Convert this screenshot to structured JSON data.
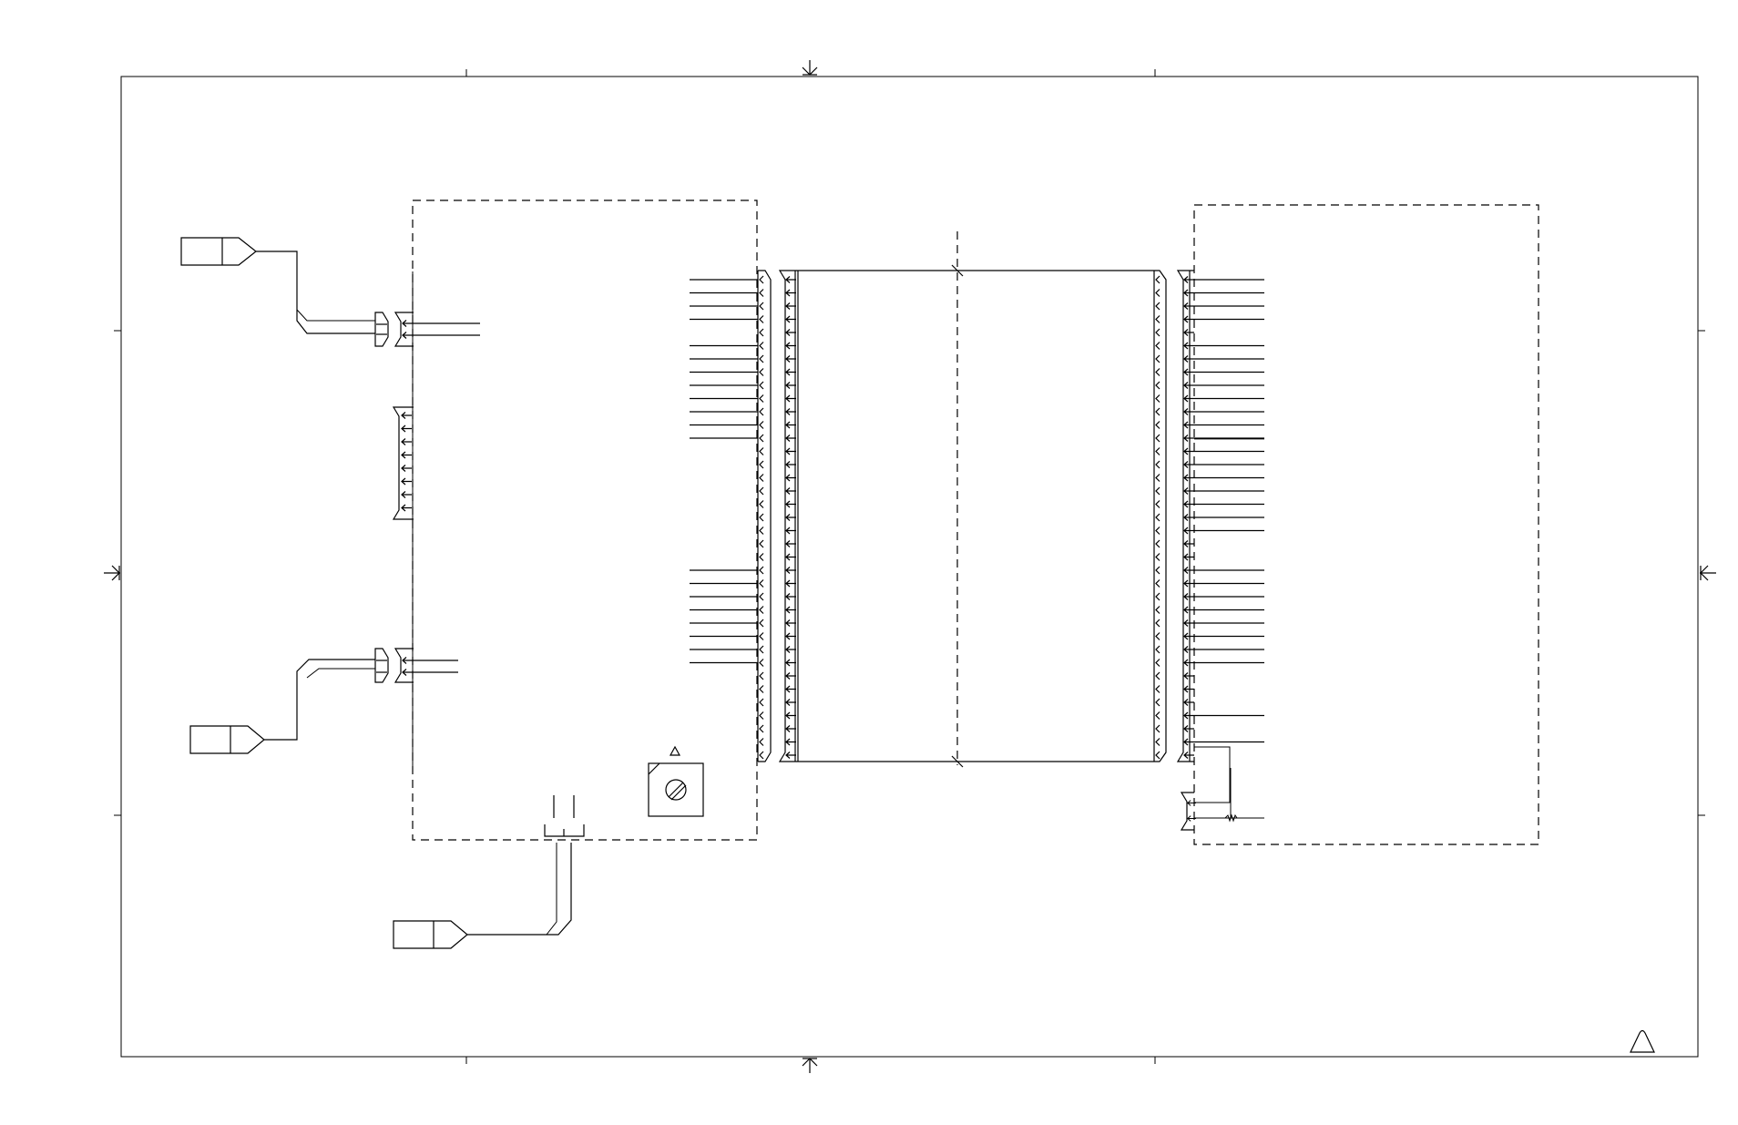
{
  "diagram": {
    "type": "wiring-schematic",
    "colors": {
      "line": "#000000",
      "background": "#ffffff"
    },
    "regions": [
      {
        "id": "left-unit",
        "outline": "dashed"
      },
      {
        "id": "right-unit",
        "outline": "dashed"
      },
      {
        "id": "ribbon-harness",
        "outline": "solid"
      }
    ],
    "connectors": {
      "left_bus": {
        "side": "left-unit",
        "pins_visible": 36
      },
      "harness_left": {
        "side": "ribbon-harness",
        "pins_visible": 36
      },
      "harness_right": {
        "side": "ribbon-harness",
        "pins_visible": 36
      },
      "right_bus": {
        "side": "right-unit",
        "pins_visible": 36
      },
      "left_upper": {
        "pins_visible": 2
      },
      "left_middle": {
        "pins_visible": 8
      },
      "left_lower": {
        "pins_visible": 2
      },
      "right_small": {
        "pins_visible": 2
      }
    },
    "symbols": [
      "plug-top-left",
      "plug-bottom-left",
      "plug-bottom-center",
      "rotary-switch",
      "resistor",
      "revision-triangle"
    ]
  }
}
